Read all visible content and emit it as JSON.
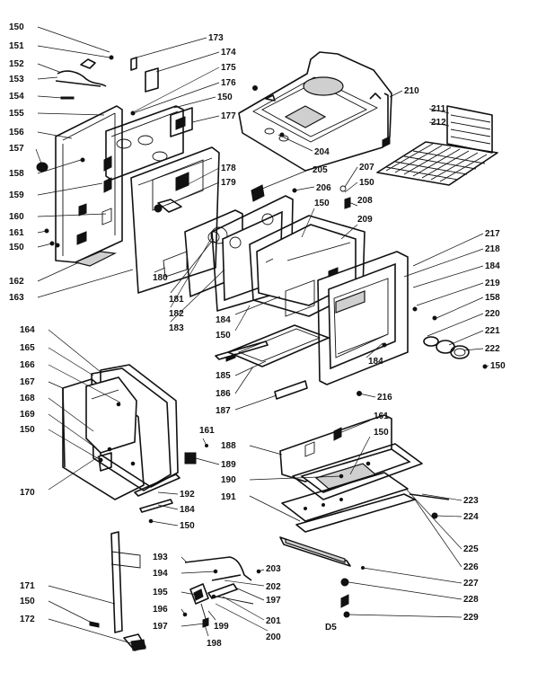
{
  "diagram": {
    "code": "D5",
    "part_labels": [
      {
        "n": "150"
      },
      {
        "n": "151"
      },
      {
        "n": "152"
      },
      {
        "n": "153"
      },
      {
        "n": "154"
      },
      {
        "n": "155"
      },
      {
        "n": "156"
      },
      {
        "n": "157"
      },
      {
        "n": "158"
      },
      {
        "n": "159"
      },
      {
        "n": "160"
      },
      {
        "n": "161"
      },
      {
        "n": "150"
      },
      {
        "n": "162"
      },
      {
        "n": "163"
      },
      {
        "n": "173"
      },
      {
        "n": "174"
      },
      {
        "n": "175"
      },
      {
        "n": "176"
      },
      {
        "n": "150"
      },
      {
        "n": "177"
      },
      {
        "n": "178"
      },
      {
        "n": "179"
      },
      {
        "n": "180"
      },
      {
        "n": "181"
      },
      {
        "n": "182"
      },
      {
        "n": "183"
      },
      {
        "n": "204"
      },
      {
        "n": "205"
      },
      {
        "n": "206"
      },
      {
        "n": "150"
      },
      {
        "n": "207"
      },
      {
        "n": "150"
      },
      {
        "n": "208"
      },
      {
        "n": "209"
      },
      {
        "n": "210"
      },
      {
        "n": "211"
      },
      {
        "n": "212"
      },
      {
        "n": "217"
      },
      {
        "n": "218"
      },
      {
        "n": "184"
      },
      {
        "n": "219"
      },
      {
        "n": "158"
      },
      {
        "n": "220"
      },
      {
        "n": "221"
      },
      {
        "n": "222"
      },
      {
        "n": "150"
      },
      {
        "n": "184"
      },
      {
        "n": "150"
      },
      {
        "n": "184"
      },
      {
        "n": "185"
      },
      {
        "n": "186"
      },
      {
        "n": "187"
      },
      {
        "n": "216"
      },
      {
        "n": "164"
      },
      {
        "n": "165"
      },
      {
        "n": "166"
      },
      {
        "n": "167"
      },
      {
        "n": "168"
      },
      {
        "n": "169"
      },
      {
        "n": "150"
      },
      {
        "n": "170"
      },
      {
        "n": "192"
      },
      {
        "n": "184"
      },
      {
        "n": "150"
      },
      {
        "n": "161"
      },
      {
        "n": "188"
      },
      {
        "n": "189"
      },
      {
        "n": "161"
      },
      {
        "n": "150"
      },
      {
        "n": "190"
      },
      {
        "n": "191"
      },
      {
        "n": "223"
      },
      {
        "n": "224"
      },
      {
        "n": "225"
      },
      {
        "n": "226"
      },
      {
        "n": "227"
      },
      {
        "n": "228"
      },
      {
        "n": "229"
      },
      {
        "n": "171"
      },
      {
        "n": "150"
      },
      {
        "n": "172"
      },
      {
        "n": "193"
      },
      {
        "n": "194"
      },
      {
        "n": "195"
      },
      {
        "n": "196"
      },
      {
        "n": "197"
      },
      {
        "n": "198"
      },
      {
        "n": "199"
      },
      {
        "n": "200"
      },
      {
        "n": "201"
      },
      {
        "n": "197"
      },
      {
        "n": "202"
      },
      {
        "n": "203"
      }
    ]
  }
}
